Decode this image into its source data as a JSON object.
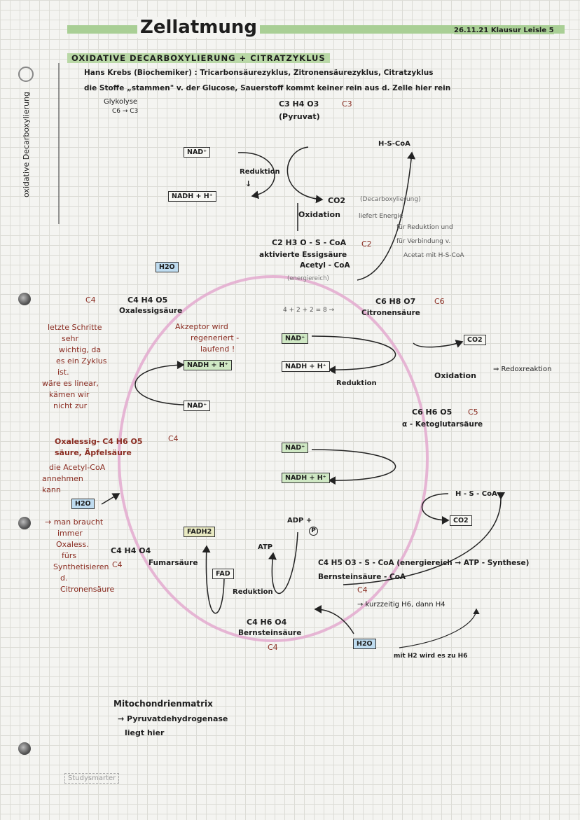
{
  "header": {
    "title": "Zellatmung",
    "date_note": "26.11.21 Klausur Leisle 5",
    "subtitle": "OXIDATIVE DECARBOXYLIERUNG + CITRATZYKLUS",
    "side_label": "oxidative Decarboxylierung"
  },
  "intro": {
    "line1": "Hans Krebs (Biochemiker) : Tricarbonsäurezyklus, Zitronensäurezyklus, Citratzyklus",
    "line2": "die Stoffe „stammen\" v. der Glucose, Sauerstoff kommt keiner rein aus d. Zelle hier rein",
    "glykolyse": "Glykolyse",
    "c6c3": "C6 → C3",
    "pyruvat_formula": "C3 H4 O3",
    "pyruvat_c": "C3",
    "pyruvat_name": "(Pyruvat)"
  },
  "decarboxylation": {
    "nad": "NAD⁺",
    "nadh": "NADH + H⁺",
    "reduktion": "Reduktion",
    "hs_coa": "H-S-CoA",
    "co2": "CO2",
    "co2_note": "(Decarboxylierung)",
    "oxidation": "Oxidation",
    "energy_note": "liefert Energie",
    "energy_note2": "für Reduktion und",
    "energy_note3": "für Verbindung v.",
    "energy_note4": "Acetat mit H-S-CoA",
    "acetyl_formula": "C2 H3 O - S - CoA",
    "acetyl_c": "C2",
    "acetyl_name1": "aktivierte Essigsäure",
    "acetyl_name2": "Acetyl - CoA",
    "acetyl_note": "(energiereich)"
  },
  "cycle": {
    "h2o_top": "H2O",
    "c4_label": "C4",
    "oxal_formula": "C4 H4 O5",
    "oxal_name": "Oxalessigsäure",
    "akzeptor1": "Akzeptor wird",
    "akzeptor2": "regeneriert -",
    "akzeptor3": "laufend !",
    "sum": "4 + 2 + 2 = 8 →",
    "citro_formula": "C6 H8 O7",
    "citro_c": "C6",
    "citro_name": "Citronensäure",
    "nad1": "NAD⁺",
    "nadh1": "NADH + H⁺",
    "co2_1": "CO2",
    "reduktion1": "Reduktion",
    "oxidation1": "Oxidation",
    "redox": "⇒ Redoxreaktion",
    "nadh_left": "NADH + H⁺",
    "nad_left": "NAD⁺",
    "keto_formula": "C6 H6 O5",
    "keto_c": "C5",
    "keto_name": "α - Ketoglutarsäure",
    "nad2": "NAD⁺",
    "nadh2": "NADH + H⁺",
    "hs_coa2": "H - S - CoA",
    "co2_2": "CO2",
    "adp": "ADP +",
    "p": "P",
    "atp": "ATP",
    "succ_coa_formula": "C4 H5 O3 - S - CoA (energiereich → ATP - Synthese)",
    "succ_coa_name": "Bernsteinsäure - CoA",
    "succ_c4": "C4",
    "kurzzeitig": "→ kurzzeitig H6, dann H4",
    "h2o_bottom": "H2O",
    "mit_h2": "mit H2 wird es zu H6",
    "fadh2": "FADH2",
    "fad": "FAD",
    "reduktion2": "Reduktion",
    "fumar": "Fumarsäure",
    "fumar_formula": "C4 H4 O4",
    "fumar_c": "C4",
    "succ_formula": "C4 H6 O4",
    "succ_name": "Bernsteinsäure",
    "succ_c": "C4",
    "apfel_formula": "Oxalessig- C4 H6 O5",
    "apfel_c": "C4",
    "apfel_name": "säure, Äpfelsäure",
    "h2o_left": "H2O"
  },
  "left_note": {
    "lines": [
      "letzte Schritte",
      "sehr",
      "wichtig, da",
      "es ein Zyklus",
      "ist.",
      "wäre es linear,",
      "kämen wir",
      "nicht zur"
    ],
    "lines2": [
      "die Acetyl-CoA",
      "annehmen",
      "kann"
    ],
    "lines3": [
      "→ man braucht",
      "immer",
      "Oxaless.",
      "fürs",
      "Synthetisieren",
      "d.",
      "Citronensäure"
    ]
  },
  "footer": {
    "line1": "Mitochondrienmatrix",
    "line2": "→ Pyruvatdehydrogenase",
    "line3": "liegt hier",
    "stamp": "Studysmarter"
  }
}
